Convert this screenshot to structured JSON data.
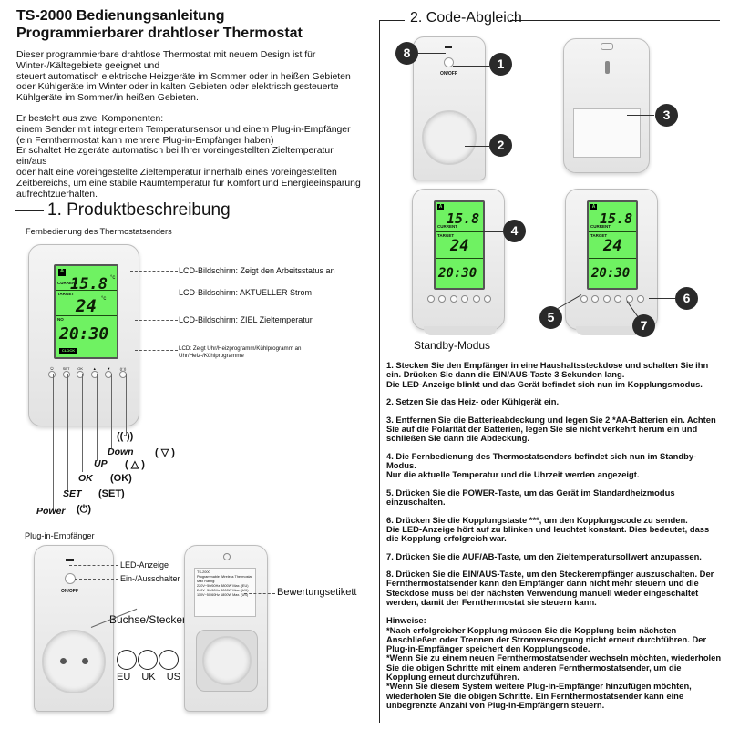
{
  "header": {
    "title_line1": "TS-2000 Bedienungsanleitung",
    "title_line2": "Programmierbarer drahtloser Thermostat"
  },
  "intro": {
    "p1": "Dieser programmierbare drahtlose Thermostat mit neuem Design ist für Winter-/Kältegebiete  geeignet und\nsteuert automatisch elektrische Heizgeräte im Sommer oder in heißen Gebieten oder Kühlgeräte im Winter oder in kalten Gebieten oder elektrisch gesteuerte Kühlgeräte im Sommer/in heißen Gebieten.",
    "p2": "Er besteht aus zwei Komponenten:\neinem Sender mit integriertem Temperatursensor und einem Plug-in-Empfänger\n(ein Fernthermostat kann mehrere Plug-in-Empfänger haben)\nEr schaltet Heizgeräte automatisch bei Ihrer voreingestellten Zieltemperatur ein/aus\noder hält eine voreingestellte Zieltemperatur innerhalb eines voreingestellten Zeitbereichs, um eine stabile Raumtemperatur für Komfort und Energieeinsparung aufrechtzuerhalten."
  },
  "section1": {
    "title": "1. Produktbeschreibung",
    "remote_caption": "Fernbedienung des Thermostatsenders",
    "callouts": {
      "lcd_status": "LCD-Bildschirm: Zeigt den Arbeitsstatus an",
      "lcd_current": "LCD-Bildschirm: AKTUELLER Strom",
      "lcd_target": "LCD-Bildschirm: ZIEL Zieltemperatur",
      "lcd_clock": "LCD: Zeigt Uhr/Heizprogramm/Kühlprogramm an Uhr/Heiz-/Kühlprogramme"
    },
    "lcd": {
      "mode": "A",
      "current_label": "CURRENT",
      "current_value": "15.8",
      "target_label": "TARGET",
      "target_value": "24",
      "unit": "°c",
      "clock_value": "20:30",
      "clock_tag": "CLOCK",
      "pre_label": "NO"
    },
    "buttons": [
      "⏻",
      "SET",
      "OK",
      "▲",
      "▼",
      "((·))"
    ],
    "keys": {
      "down_label": "Down",
      "down_sym": "( ▽ )",
      "up_label": "UP",
      "up_sym": "( △ )",
      "ok_label": "OK",
      "ok_sym": "(OK)",
      "set_label": "SET",
      "set_sym": "(SET)",
      "power_label": "Power",
      "power_sym": "(⏻)",
      "rf_sym": "((·))"
    },
    "receiver_caption": "Plug-in-Empfänger",
    "receiver_callouts": {
      "led": "LED-Anzeige",
      "onoff": "Ein-/Ausschalter",
      "socket": "Buchse/Stecker",
      "label": "Bewertungsetikett"
    },
    "onoff_text": "ON/OFF",
    "plug_types": [
      "EU",
      "UK",
      "US"
    ],
    "rating_label_lines": [
      "TS-2000",
      "Programmable Wireless Thermostat",
      "Max Rating:",
      "220V~50/60Hz 3800W Max. (EU)",
      "240V~50/60Hz 3000W Max. (UK)",
      "110V~50/60Hz 1800W Max. (US)"
    ]
  },
  "section2": {
    "title": "2. Code-Abgleich",
    "standby_caption": "Standby-Modus",
    "onoff_text": "ON/OFF",
    "badges": [
      "8",
      "1",
      "2",
      "3",
      "4",
      "5",
      "6",
      "7"
    ],
    "steps": [
      "1. Stecken Sie den Empfänger in eine Haushaltssteckdose und schalten Sie ihn ein. Drücken Sie dann die EIN/AUS-Taste 3 Sekunden lang.\nDie LED-Anzeige blinkt und das Gerät befindet sich nun im Kopplungsmodus.",
      "2. Setzen Sie das Heiz- oder Kühlgerät ein.",
      "3. Entfernen Sie die Batterieabdeckung und legen Sie 2 *AA-Batterien ein. Achten Sie auf die Polarität der Batterien, legen Sie sie nicht verkehrt herum ein und schließen Sie dann die Abdeckung.",
      "4. Die Fernbedienung des Thermostatsenders befindet sich nun im Standby-Modus.\nNur die aktuelle Temperatur und die Uhrzeit werden angezeigt.",
      "5. Drücken Sie die POWER-Taste, um das Gerät im Standardheizmodus einzuschalten.",
      "6. Drücken Sie die Kopplungstaste ***, um den Kopplungscode zu senden.\nDie LED-Anzeige hört auf zu blinken und leuchtet konstant. Dies bedeutet, dass die Kopplung erfolgreich war.",
      "7. Drücken Sie die AUF/AB-Taste, um den Zieltemperatursollwert anzupassen.",
      "8. Drücken Sie die EIN/AUS-Taste, um den Steckerempfänger auszuschalten. Der Fernthermostatsender kann den Empfänger dann nicht mehr steuern und die Steckdose muss bei der nächsten Verwendung manuell wieder eingeschaltet werden, damit der Fernthermostat sie steuern kann."
    ],
    "hints_title": "Hinweise:",
    "hints": "*Nach erfolgreicher Kopplung müssen Sie die Kopplung beim nächsten Anschließen oder Trennen der Stromversorgung nicht erneut durchführen. Der Plug-in-Empfänger speichert den Kopplungscode.\n*Wenn Sie zu einem neuen Fernthermostatsender wechseln möchten, wiederholen Sie die obigen Schritte mit einem anderen Fernthermostatsender, um die Kopplung erneut durchzuführen.\n*Wenn Sie diesem System weitere Plug-in-Empfänger hinzufügen möchten, wiederholen Sie die obigen Schritte. Ein Fernthermostatsender kann eine unbegrenzte Anzahl von Plug-in-Empfängern steuern."
  },
  "colors": {
    "lcd": "#6ff262",
    "badge": "#2a2a2a",
    "device": "#ececec"
  }
}
